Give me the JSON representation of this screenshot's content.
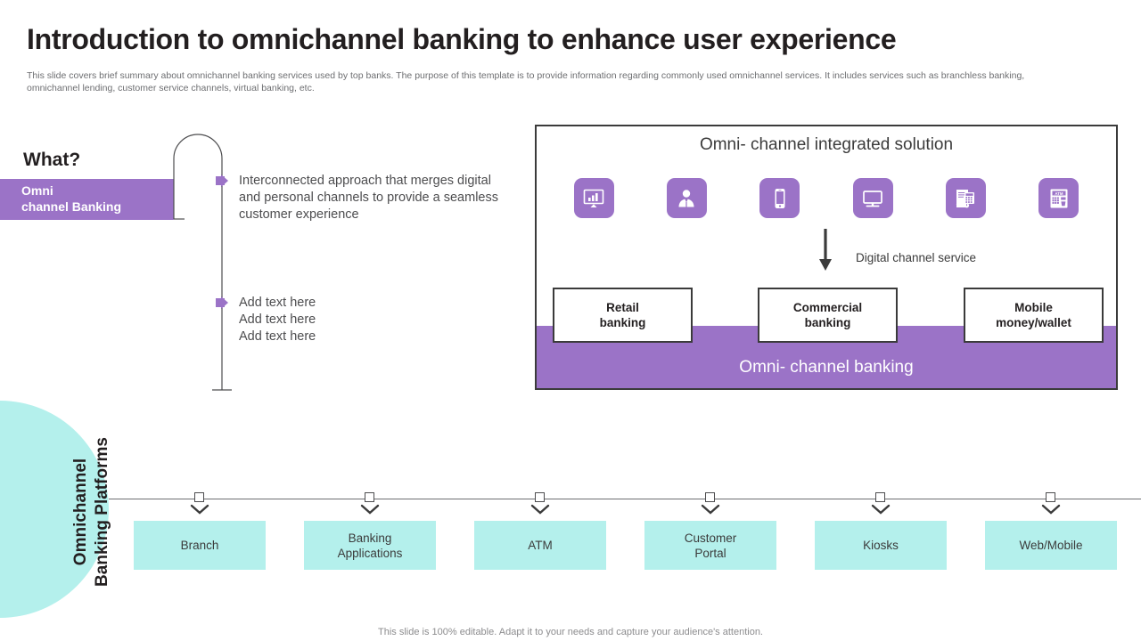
{
  "slide": {
    "title": "Introduction to omnichannel banking to enhance user experience",
    "subtitle": "This slide covers brief summary about omnichannel banking services used by top banks. The purpose of this template is to provide information regarding commonly used omnichannel services. It includes services such as branchless banking, omnichannel lending, customer service channels, virtual banking, etc.",
    "footer": "This slide is 100% editable. Adapt it to your needs and capture your audience's attention."
  },
  "colors": {
    "purple": "#9b73c7",
    "teal": "#b4f0ec",
    "dark": "#231f20",
    "gray_text": "#6d6e71"
  },
  "left": {
    "heading": "What?",
    "band_line1": "Omni",
    "band_line2": "channel Banking",
    "bullets": [
      {
        "text": "Interconnected approach that merges digital and personal channels to provide a seamless customer experience"
      },
      {
        "text": "Add text here\nAdd text here\nAdd text here"
      }
    ]
  },
  "panel": {
    "title": "Omni- channel integrated solution",
    "icons": [
      {
        "name": "monitor-chart-icon"
      },
      {
        "name": "agent-person-icon"
      },
      {
        "name": "smartphone-icon"
      },
      {
        "name": "desktop-computer-icon"
      },
      {
        "name": "document-calculator-icon"
      },
      {
        "name": "atm-machine-icon"
      }
    ],
    "arrow_label": "Digital channel service",
    "service_boxes": [
      {
        "line1": "Retail",
        "line2": "banking"
      },
      {
        "line1": "Commercial",
        "line2": "banking"
      },
      {
        "line1": "Mobile",
        "line2": "money/wallet"
      }
    ],
    "band_label": "Omni- channel banking"
  },
  "bottom": {
    "circle_label_line1": "Omnichannel",
    "circle_label_line2": "Banking Platforms",
    "platforms": [
      {
        "line1": "Branch",
        "line2": ""
      },
      {
        "line1": "Banking",
        "line2": "Applications"
      },
      {
        "line1": "ATM",
        "line2": ""
      },
      {
        "line1": "Customer",
        "line2": "Portal"
      },
      {
        "line1": "Kiosks",
        "line2": ""
      },
      {
        "line1": "Web/Mobile",
        "line2": ""
      }
    ]
  }
}
